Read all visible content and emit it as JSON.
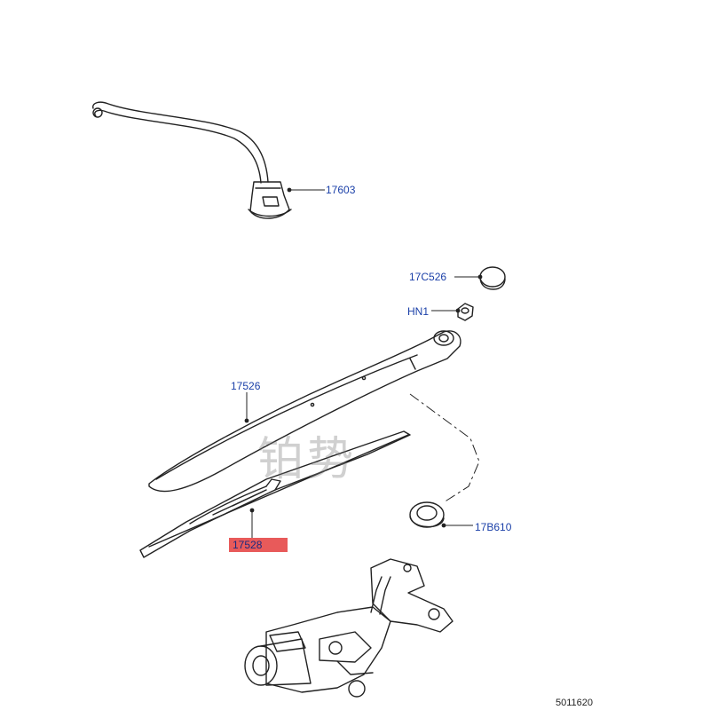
{
  "labels": {
    "washer_hose": "17603",
    "cap": "17C526",
    "nut": "HN1",
    "arm": "17526",
    "blade": "17528",
    "grommet": "17B610"
  },
  "reference_number": "5011620",
  "watermark": "铂势",
  "colors": {
    "label_text": "#1a3fa8",
    "highlight": "#e85a5a",
    "line": "#222222"
  }
}
